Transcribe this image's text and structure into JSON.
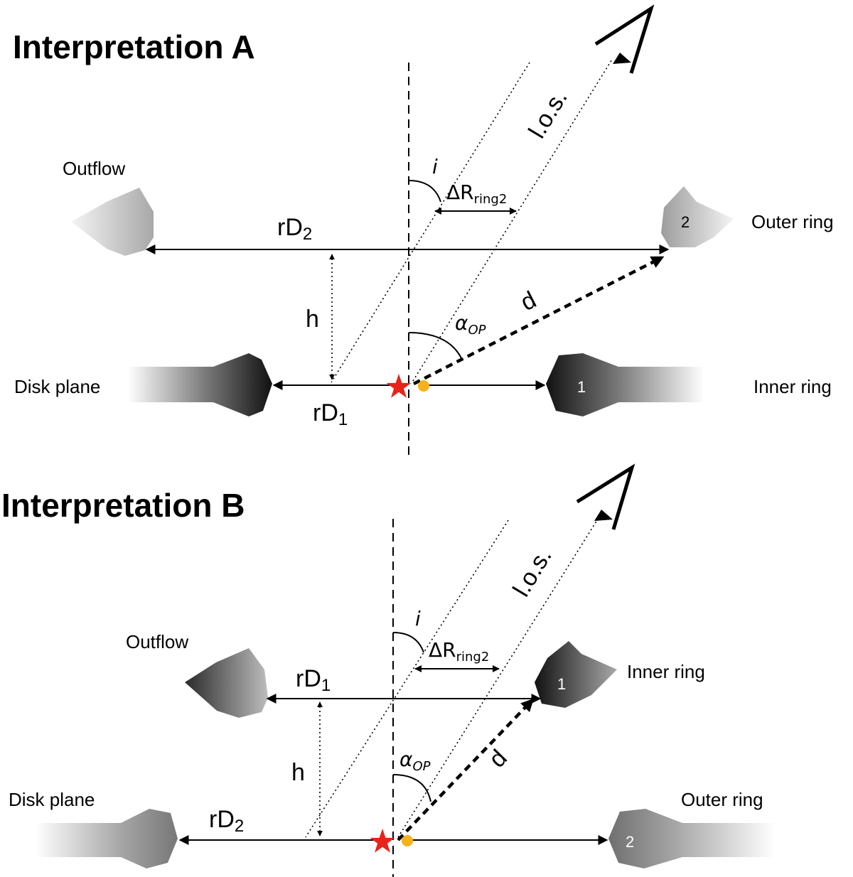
{
  "panel_a": {
    "title": "Interpretation A",
    "outflow_label": "Outflow",
    "outer_ring_label": "Outer ring",
    "disk_plane_label": "Disk plane",
    "inner_ring_label": "Inner ring",
    "los_label": "l.o.s.",
    "inclination_label": "i",
    "delta_r_main": "ΔR",
    "delta_r_sub": "ring2",
    "radius_top_main": "rD",
    "radius_top_sub": "2",
    "radius_bottom_main": "rD",
    "radius_bottom_sub": "1",
    "height_label": "h",
    "distance_label": "d",
    "alpha_main": "α",
    "alpha_sub": "OP",
    "ring_top_number": "2",
    "ring_bottom_number": "1"
  },
  "panel_b": {
    "title": "Interpretation B",
    "outflow_label": "Outflow",
    "inner_ring_label": "Inner ring",
    "disk_plane_label": "Disk plane",
    "outer_ring_label": "Outer ring",
    "los_label": "l.o.s.",
    "inclination_label": "i",
    "delta_r_main": "ΔR",
    "delta_r_sub": "ring2",
    "radius_top_main": "rD",
    "radius_top_sub": "1",
    "radius_bottom_main": "rD",
    "radius_bottom_sub": "2",
    "height_label": "h",
    "distance_label": "d",
    "alpha_main": "α",
    "alpha_sub": "OP",
    "ring_top_number": "1",
    "ring_bottom_number": "2"
  },
  "colors": {
    "star": "#e8231a",
    "dot": "#f5b21a"
  }
}
